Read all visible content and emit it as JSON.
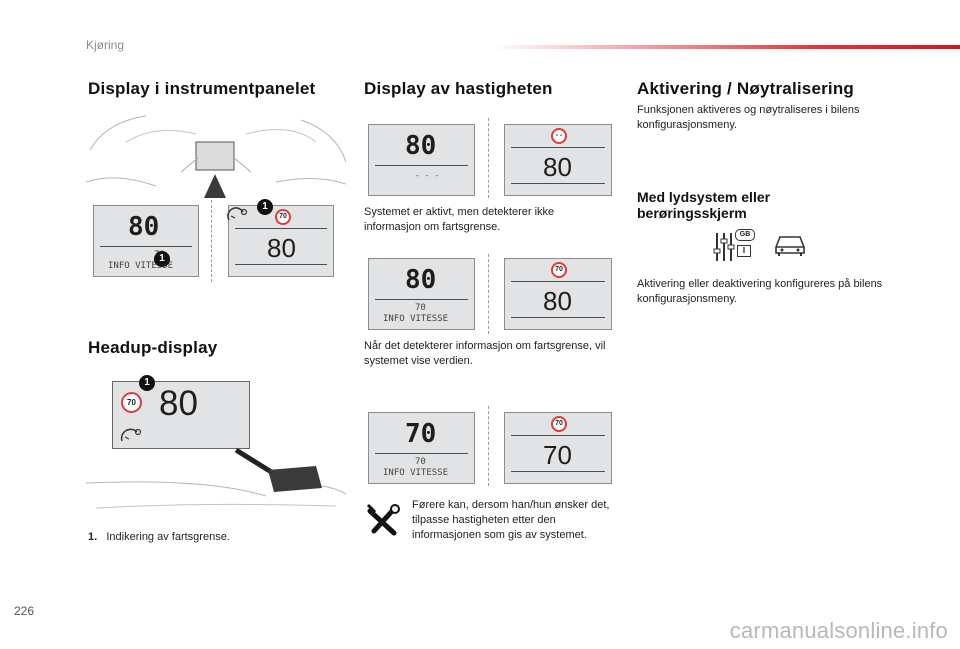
{
  "header": {
    "section": "Kjøring",
    "page_number": "226"
  },
  "col1": {
    "title": "Display i instrumentpanelet",
    "lcd_main": {
      "speed": "80",
      "limit": "70",
      "info": "INFO VITESSE",
      "badge": "1"
    },
    "lcd_sign": {
      "limit": "70",
      "speed": "80",
      "badge": "1"
    },
    "hud_title": "Headup-display",
    "hud": {
      "limit": "70",
      "speed": "80",
      "badge": "1"
    },
    "footnote": {
      "number": "1.",
      "text": "Indikering av fartsgrense."
    }
  },
  "col2": {
    "title": "Display av hastigheten",
    "row1": {
      "left_speed": "80",
      "left_dashes": "- - -",
      "right_sign": "- -",
      "right_speed": "80"
    },
    "caption1": "Systemet er aktivt, men detekterer ikke informasjon om fartsgrense.",
    "row2": {
      "left_speed": "80",
      "left_limit": "70",
      "left_info": "INFO VITESSE",
      "right_sign": "70",
      "right_speed": "80"
    },
    "caption2": "Når det detekterer informasjon om fartsgrense, vil systemet vise verdien.",
    "row3": {
      "left_speed": "70",
      "left_limit": "70",
      "left_info": "INFO VITESSE",
      "right_sign": "70",
      "right_speed": "70"
    },
    "note": "Førere kan, dersom han/hun ønsker det, tilpasse hastigheten etter den informasjonen som gis av systemet."
  },
  "col3": {
    "title": "Aktivering / Nøytralisering",
    "intro": "Funksjonen aktiveres og nøytraliseres i bilens konfigurasjonsmeny.",
    "sub_title": "Med lydsystem eller berøringsskjerm",
    "gb_label": "GB",
    "i_label": "I",
    "text": "Aktivering eller deaktivering konfigureres på bilens konfigurasjonsmeny."
  },
  "footer": {
    "watermark": "carmanualsonline.info"
  }
}
